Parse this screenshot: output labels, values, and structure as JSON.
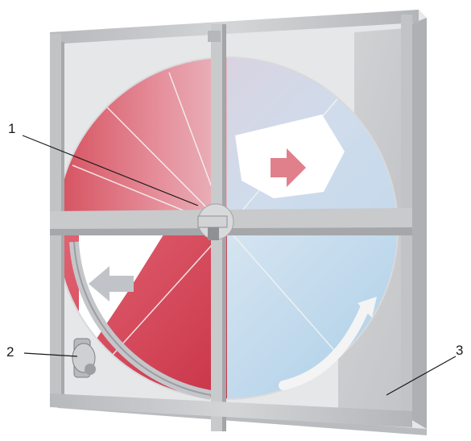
{
  "callouts": [
    {
      "label": "1",
      "part": "hub"
    },
    {
      "label": "2",
      "part": "drive-motor"
    },
    {
      "label": "3",
      "part": "casing"
    }
  ],
  "colors": {
    "frame": "#c8c9cb",
    "frame_dark": "#9fa1a4",
    "hot_air": "#d9485a",
    "hot_air_light": "#e8a3ad",
    "cold_air": "#b8d6ea",
    "cold_air_light": "#dfe9f3",
    "arrow_light": "#f2f2f2"
  },
  "icons": [
    "rotation-arrow-icon",
    "airflow-arrow-left-icon",
    "airflow-arrow-right-icon"
  ]
}
